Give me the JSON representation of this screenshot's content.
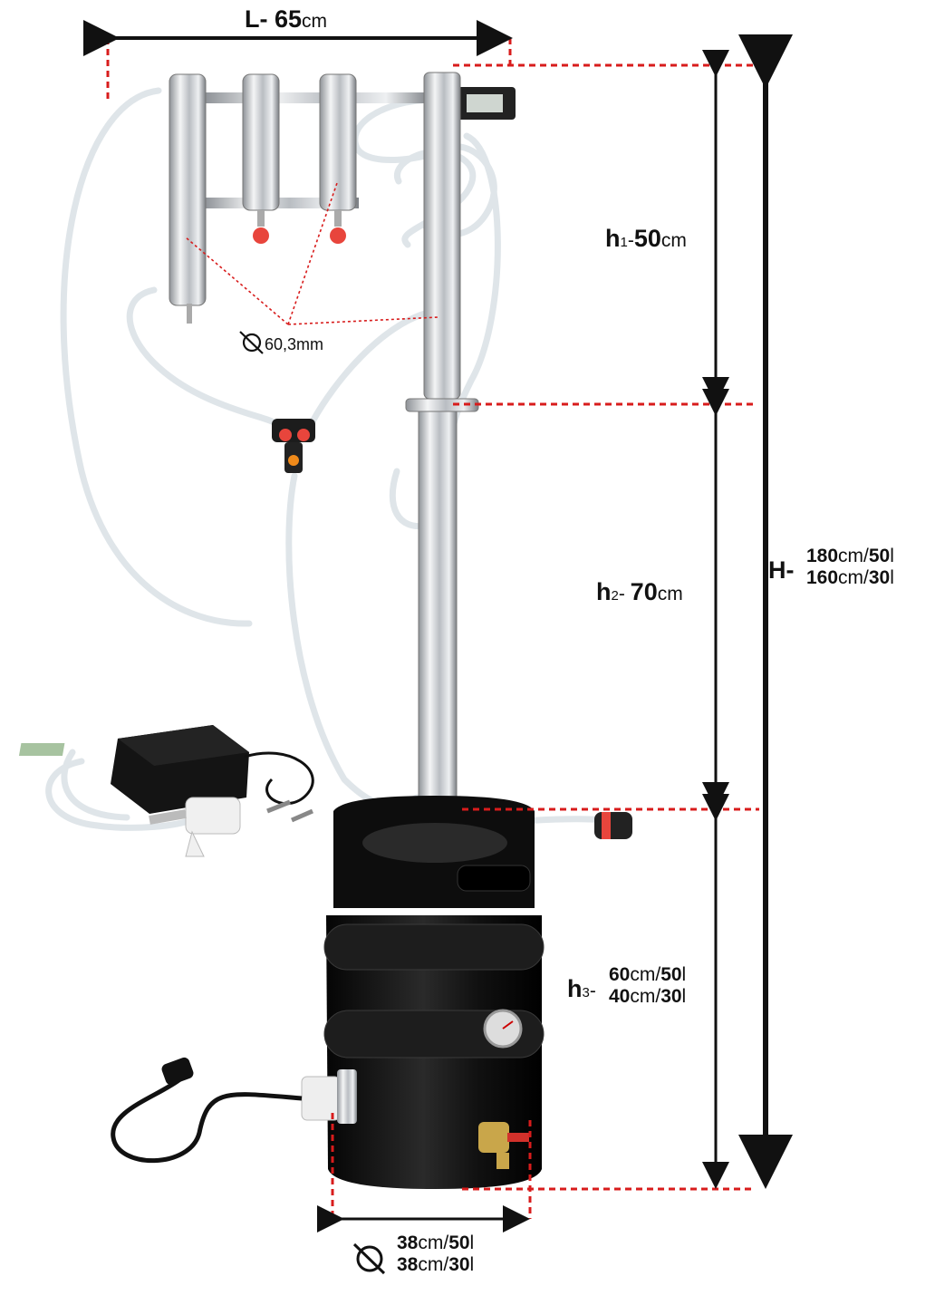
{
  "dimensions": {
    "length": {
      "prefix": "L- ",
      "value": "65",
      "unit": "cm"
    },
    "h1": {
      "letter": "h",
      "index": "1",
      "sep": "-",
      "value": "50",
      "unit": "cm"
    },
    "h2": {
      "letter": "h",
      "index": "2",
      "sep": "- ",
      "value": "70",
      "unit": "cm"
    },
    "h3": {
      "letter": "h",
      "index": "3",
      "sep": "-",
      "line1": {
        "value": "60",
        "unit": "cm/",
        "cap": "50",
        "capunit": "l"
      },
      "line2": {
        "value": "40",
        "unit": "cm/",
        "cap": "30",
        "capunit": "l"
      }
    },
    "total_height": {
      "prefix": "H-",
      "line1": {
        "value": "180",
        "unit": "cm/",
        "cap": "50",
        "capunit": "l"
      },
      "line2": {
        "value": "160",
        "unit": "cm/",
        "cap": "30",
        "capunit": "l"
      }
    },
    "pipe_diameter": {
      "value": "60,3mm"
    },
    "keg_diameter": {
      "line1": {
        "value": "38",
        "unit": "cm/",
        "cap": "50",
        "capunit": "l"
      },
      "line2": {
        "value": "38",
        "unit": "cm/",
        "cap": "30",
        "capunit": "l"
      }
    }
  },
  "colors": {
    "dimension_line": "#111111",
    "guide_line": "#d81c1c",
    "steel": "#c9ccd0",
    "keg": "#141414",
    "hose": "#e8edf0",
    "valve": "#e8453c"
  },
  "icons": [
    "diameter-icon",
    "arrow-icon"
  ]
}
